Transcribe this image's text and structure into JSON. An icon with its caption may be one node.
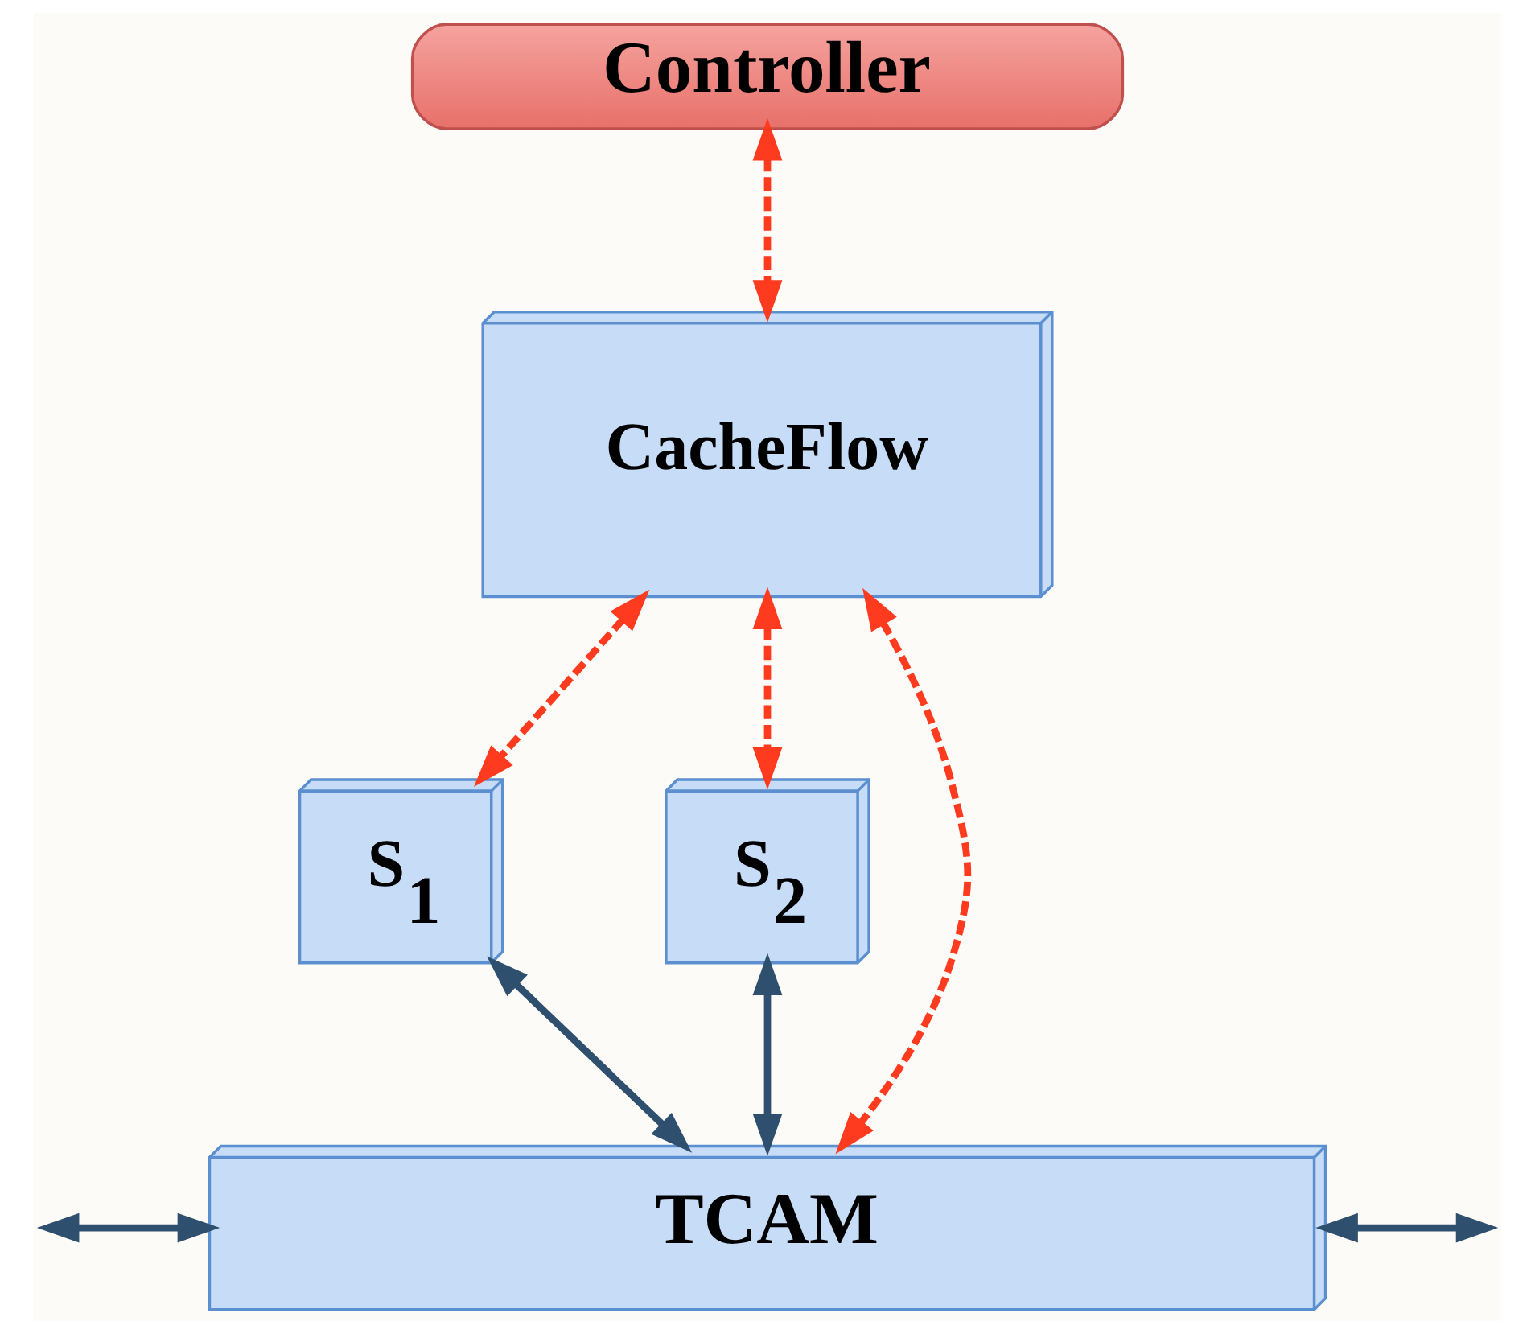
{
  "diagram": {
    "nodes": [
      {
        "text": [
          "Controller"
        ]
      },
      {
        "text": [
          "CacheFlow"
        ]
      },
      {
        "text": [
          "S$_{1}$"
        ]
      },
      {
        "text": [
          "S$_{2}$"
        ]
      },
      {
        "text": [
          "TCAM"
        ]
      }
    ],
    "edges": [
      {
        "from": 0,
        "to": 1,
        "arrow": "both",
        "style": "dashed",
        "color": "#ff3b1f"
      },
      {
        "from": 1,
        "to": 2,
        "arrow": "both",
        "style": "dashed",
        "color": "#ff3b1f"
      },
      {
        "from": 1,
        "to": 4,
        "arrow": "both",
        "style": "dashed",
        "color": "#ff3b1f"
      },
      {
        "from": 1,
        "to": 3,
        "arrow": "both",
        "style": "dashed",
        "color": "#ff3b1f"
      },
      {
        "from": 2,
        "to": 4,
        "arrow": "both",
        "color": "#2f4f6f"
      },
      {
        "from": 3,
        "to": 4,
        "arrow": "both",
        "color": "#2f4f6f"
      },
      {
        "from": null,
        "to": 4,
        "arrow": "both",
        "color": "#2f4f6f"
      },
      {
        "from": 4,
        "to": null,
        "arrow": "both",
        "color": "#2f4f6f"
      }
    ]
  }
}
